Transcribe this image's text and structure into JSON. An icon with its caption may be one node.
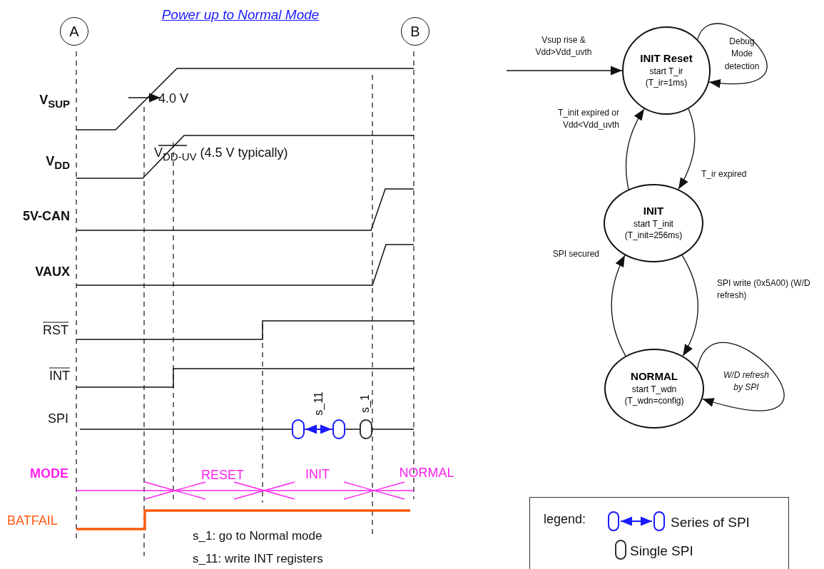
{
  "diagram": {
    "title": "Power up to Normal Mode",
    "nodes": [
      {
        "text": [
          "INIT Reset",
          "start T_ir (T_ir=1ms)"
        ]
      },
      {
        "text": [
          "INIT",
          "start T_init (T_init=256ms)"
        ]
      },
      {
        "text": [
          "NORMAL",
          "start T_wdn (T_wdn=config)"
        ]
      }
    ],
    "edges": [
      {
        "from": null,
        "to": 0,
        "arrow": "to",
        "label": "Vsup rise & Vdd>Vdd_uvth"
      },
      {
        "from": 0,
        "to": 0,
        "arrow": "to",
        "label": "Debug Mode detection"
      },
      {
        "from": 1,
        "to": 0,
        "arrow": "to",
        "label": "T_init expired or Vdd<Vdd_uvth"
      },
      {
        "from": 0,
        "to": 1,
        "arrow": "to",
        "label": "T_ir expired"
      },
      {
        "from": 2,
        "to": 1,
        "arrow": "to",
        "label": "SPI secured"
      },
      {
        "from": 1,
        "to": 2,
        "arrow": "to",
        "label": "SPI write (0x5A00) (W/D refresh)"
      },
      {
        "from": 2,
        "to": 2,
        "arrow": "to",
        "label": "W/D refresh by SPI"
      }
    ],
    "labels": [
      "A",
      "B",
      "V$_{SUP}$",
      "4.0 V",
      "V$_{DD}$",
      "V$_{DD-UV}$ (4.5 V typically)",
      "5V-CAN",
      "VAUX",
      "RST",
      "INT",
      "SPI",
      "s_11",
      "s_1",
      "MODE",
      "RESET",
      "INIT",
      "NORMAL",
      "BATFAIL",
      "s_1: go to Normal mode",
      "s_11: write INT registers",
      "legend:"
    ],
    "legend": [
      {
        "text": "Series of SPI"
      },
      {
        "text": "Single SPI"
      }
    ]
  }
}
